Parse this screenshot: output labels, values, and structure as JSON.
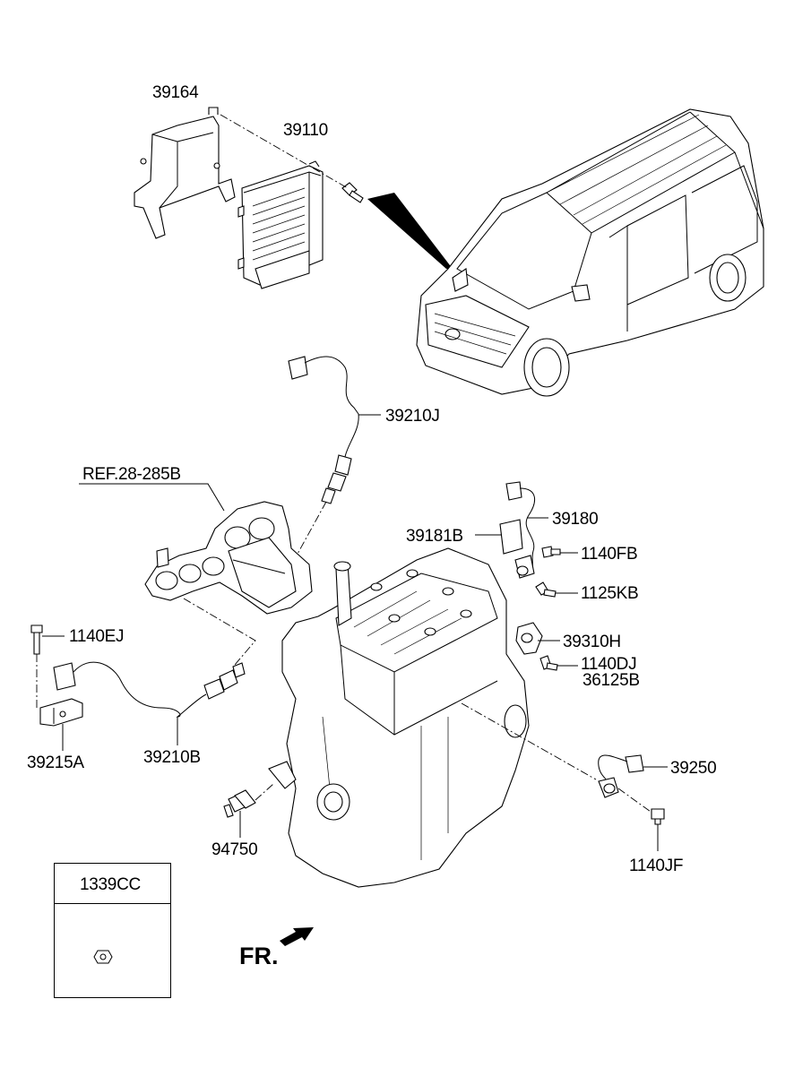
{
  "labels": {
    "p39164": "39164",
    "p39110": "39110",
    "p39210J": "39210J",
    "ref": "REF.28-285B",
    "p39180": "39180",
    "p39181B": "39181B",
    "p1140FB": "1140FB",
    "p1125KB": "1125KB",
    "p1140EJ": "1140EJ",
    "p39310H": "39310H",
    "p1140DJ": "1140DJ",
    "p36125B": "36125B",
    "p39215A": "39215A",
    "p39210B": "39210B",
    "p39250": "39250",
    "p94750": "94750",
    "p1140JF": "1140JF"
  },
  "legend": {
    "code": "1339CC"
  },
  "direction": {
    "text": "FR."
  }
}
